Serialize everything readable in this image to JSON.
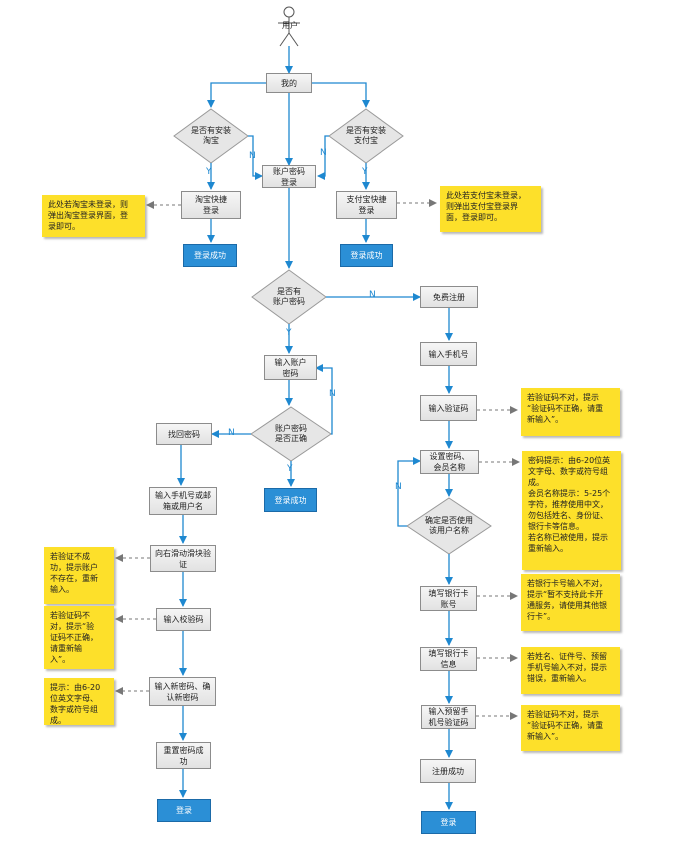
{
  "colors": {
    "line": "#1e88d0",
    "process_fill": "#e8e8e8",
    "terminal_fill": "#2b8fd6",
    "note_fill": "#fde02a",
    "dashed_connector": "#777777"
  },
  "actor": {
    "label": "用户",
    "icon": "stick-figure-icon"
  },
  "nodes": {
    "my": "我的",
    "q_taobao": "是否有安装\n淘宝",
    "q_alipay": "是否有安装\n支付宝",
    "account_login": "账户密码\n登录",
    "taobao_quick": "淘宝快捷\n登录",
    "alipay_quick": "支付宝快捷\n登录",
    "success_left": "登录成功",
    "success_mid": "登录成功",
    "q_has_account": "是否有\n账户密码",
    "free_register": "免费注册",
    "input_account": "输入账户\n密码",
    "q_pw_correct": "账户密码\n是否正确",
    "success_center": "登录成功",
    "find_password": "找回密码",
    "input_phone_email": "输入手机号或邮\n箱或用户名",
    "slide_verify": "向右滑动滑块验\n证",
    "input_code_left": "输入校验码",
    "input_new_pw": "输入新密码、确\n认新密码",
    "reset_success": "重置密码成\n功",
    "login_final": "登录",
    "input_phone": "输入手机号",
    "input_code_right": "输入验证码",
    "set_pw_name": "设置密码、\n会员名称",
    "q_name_used": "确定是否使用\n该用户名称",
    "fill_card_no": "填写银行卡\n账号",
    "fill_card_info": "填写银行卡\n信息",
    "input_reserved_code": "输入预留手\n机号验证码",
    "register_success": "注册成功",
    "login_right": "登录"
  },
  "edge_labels": {
    "taobao_yes": "Y",
    "taobao_no": "N",
    "alipay_yes": "Y",
    "alipay_no": "N",
    "account_no": "N",
    "account_yes": "Y",
    "pw_no_loop": "N",
    "pw_no_find": "N",
    "pw_yes": "Y",
    "name_no": "N"
  },
  "notes": {
    "taobao": "此处若淘宝未登录，则\n弹出淘宝登录界面，登\n录即可。",
    "alipay": "此处若支付宝未登录，\n则弹出支付宝登录界\n面，登录即可。",
    "code_right": "若验证码不对，提示\n“验证码不正确，请重\n新输入”。",
    "password_name": "密码提示：由6-20位英\n文字母、数字或符号组\n成。\n会员名称提示：5-25个\n字符，推荐使用中文，\n勿包括姓名、身份证、\n银行卡等信息。\n若名称已被使用，提示\n重新输入。",
    "slide": "若验证不成\n功，提示账户\n不存在，重新\n输入。",
    "code_left": "若验证码不\n对，提示“验\n证码不正确，\n请重新输\n入”。",
    "new_pw": "提示：由6-20\n位英文字母、\n数字或符号组\n成。",
    "card_no": "若银行卡号输入不对，\n提示“暂不支持此卡开\n通服务，请使用其他银\n行卡”。",
    "card_info": "若姓名、证件号、预留\n手机号输入不对，提示\n错误，重新输入。",
    "reserved_code": "若验证码不对，提示\n“验证码不正确，请重\n新输入”。"
  }
}
